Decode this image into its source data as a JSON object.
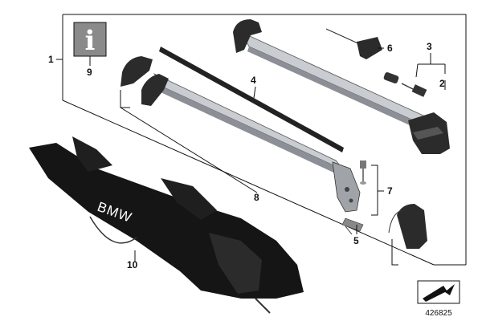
{
  "diagram": {
    "diagram_id": "426825",
    "bag_brand": "BMW",
    "info_symbol": "i",
    "callouts": [
      "1",
      "2",
      "3",
      "4",
      "5",
      "6",
      "7",
      "8",
      "9",
      "10"
    ]
  },
  "colors": {
    "line": "#111111",
    "rail_silver": "#c9ccd0",
    "rail_shadow": "#8c9096",
    "foot_dark": "#2b2b2b",
    "bag_black": "#151515",
    "info_box": "#888888"
  },
  "icons": [
    "info-icon",
    "direction-arrow-icon"
  ]
}
